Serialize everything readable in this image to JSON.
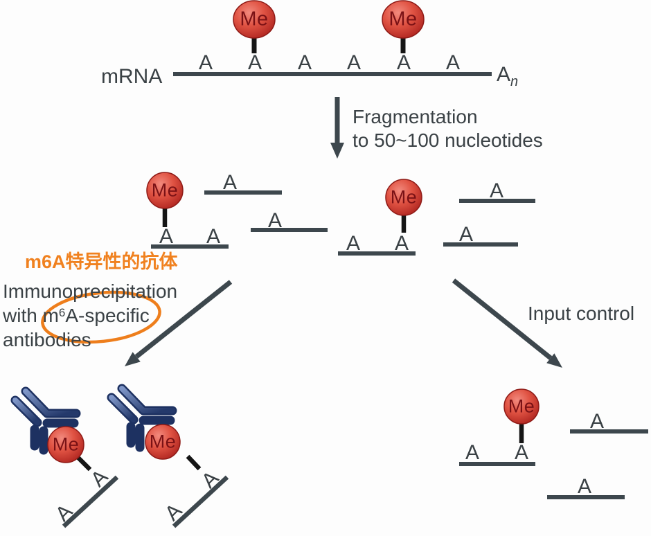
{
  "figure": {
    "description": "m6A MeRIP-seq workflow diagram",
    "strand": {
      "label": "mRNA",
      "poly_a_base": "A",
      "poly_a_subscript": "n"
    },
    "glyphs": {
      "adenine": "A",
      "methyl": "Me"
    },
    "steps": {
      "fragmentation": {
        "line1": "Fragmentation",
        "line2": "to 50~100 nucleotides"
      },
      "immunoprecipitation": {
        "annotation_zh": "m6A特异性的抗体",
        "line1": "Immunoprecipitation",
        "line2_prefix": "with m",
        "line2_superscript": "6",
        "line2_suffix": "A-specific",
        "line3": "antibodies"
      },
      "input": {
        "label": "Input control"
      }
    },
    "colors": {
      "strand_line": "#3d474d",
      "stem_black": "#151515",
      "label_text": "#3a4145",
      "methyl_red_center": "#f28a7e",
      "methyl_red_mid": "#e05343",
      "methyl_red_edge": "#aa201c",
      "methyl_rim": "#8e1a16",
      "methyl_text": "#7a1115",
      "antibody_outline": "#1d3161",
      "antibody_light": "#8097c8",
      "antibody_dark": "#24396b",
      "accent_orange_text": "#f0811f",
      "accent_orange_ellipse": "#ee7e1c",
      "background": "#fdfdfd"
    }
  }
}
